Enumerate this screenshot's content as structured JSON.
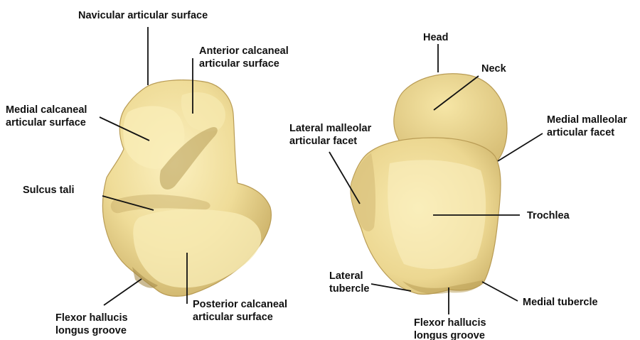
{
  "colors": {
    "bone_light": "#f6e7a8",
    "bone_mid": "#e7d08a",
    "bone_shadow": "#b89d55",
    "leader": "#111111",
    "text": "#111111"
  },
  "inferior_view": {
    "labels": {
      "navicular": [
        "Navicular articular surface"
      ],
      "anterior_calcaneal": [
        "Anterior calcaneal",
        "articular surface"
      ],
      "medial_calcaneal": [
        "Medial calcaneal",
        "articular surface"
      ],
      "sulcus_tali": [
        "Sulcus tali"
      ],
      "flexor_groove": [
        "Flexor hallucis",
        "longus groove"
      ],
      "posterior_calcaneal": [
        "Posterior calcaneal",
        "articular surface"
      ]
    }
  },
  "superior_view": {
    "labels": {
      "head": [
        "Head"
      ],
      "neck": [
        "Neck"
      ],
      "lateral_malleolar": [
        "Lateral malleolar",
        "articular facet"
      ],
      "medial_malleolar": [
        "Medial malleolar",
        "articular facet"
      ],
      "trochlea": [
        "Trochlea"
      ],
      "lateral_tubercle": [
        "Lateral",
        "tubercle"
      ],
      "medial_tubercle": [
        "Medial tubercle"
      ],
      "flexor_groove": [
        "Flexor hallucis",
        "longus groove"
      ]
    }
  }
}
